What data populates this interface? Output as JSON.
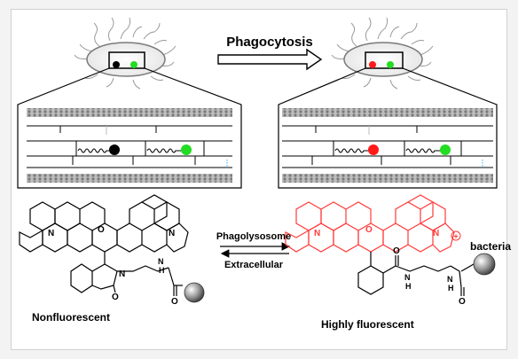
{
  "top": {
    "arrow_label": "Phagocytosis"
  },
  "bottom": {
    "forward_label": "Phagolysosome",
    "reverse_label": "Extracellular",
    "left_caption": "Nonfluorescent",
    "right_caption": "Highly fluorescent",
    "bacteria_label": "bacteria"
  },
  "atoms": {
    "N": "N",
    "O": "O",
    "H": "H",
    "N_plus": "+"
  },
  "colors": {
    "black": "#000000",
    "green": "#22dd22",
    "red": "#ff1a1a",
    "fluorescent_structure": "#ff3b3b",
    "membrane": "#8a8a8a",
    "sphere": "#8c8c8c"
  },
  "icons": {
    "cell": "bacterium-cell-icon",
    "probe": "probe-dot-icon",
    "sphere": "bacteria-sphere-icon"
  }
}
